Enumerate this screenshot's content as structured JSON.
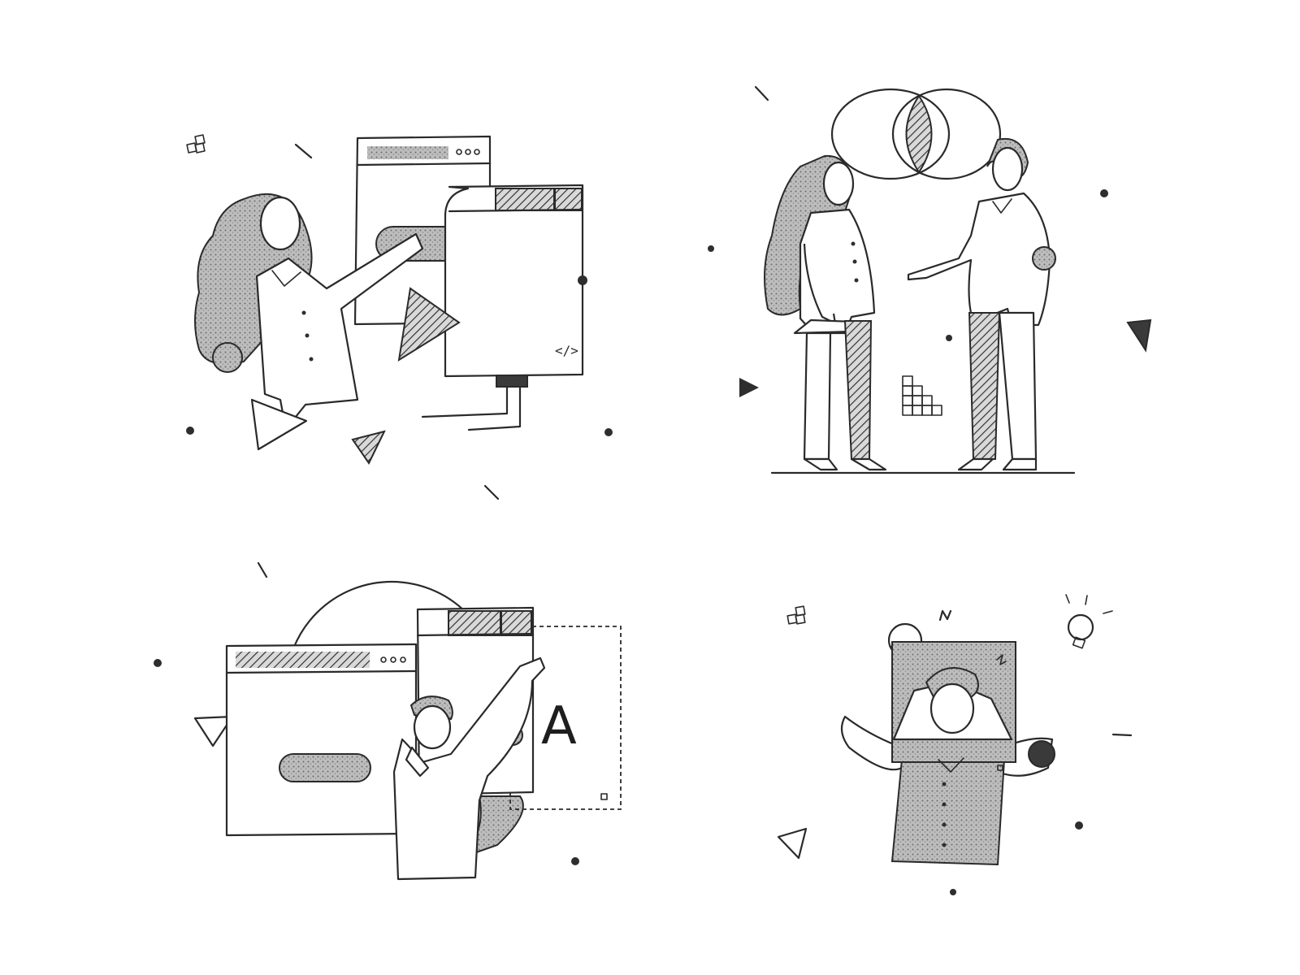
{
  "illustration": {
    "style": "pencil sketch, monochrome",
    "colors": {
      "ink": "#2a2a2a",
      "paper": "#ffffff",
      "shade": "#3a3a3a"
    },
    "panels": [
      {
        "id": "top-left",
        "glyph": ""
      },
      {
        "id": "top-right",
        "glyph": ""
      },
      {
        "id": "bottom-left",
        "glyph": "A"
      },
      {
        "id": "bottom-right",
        "glyph": ""
      }
    ]
  }
}
